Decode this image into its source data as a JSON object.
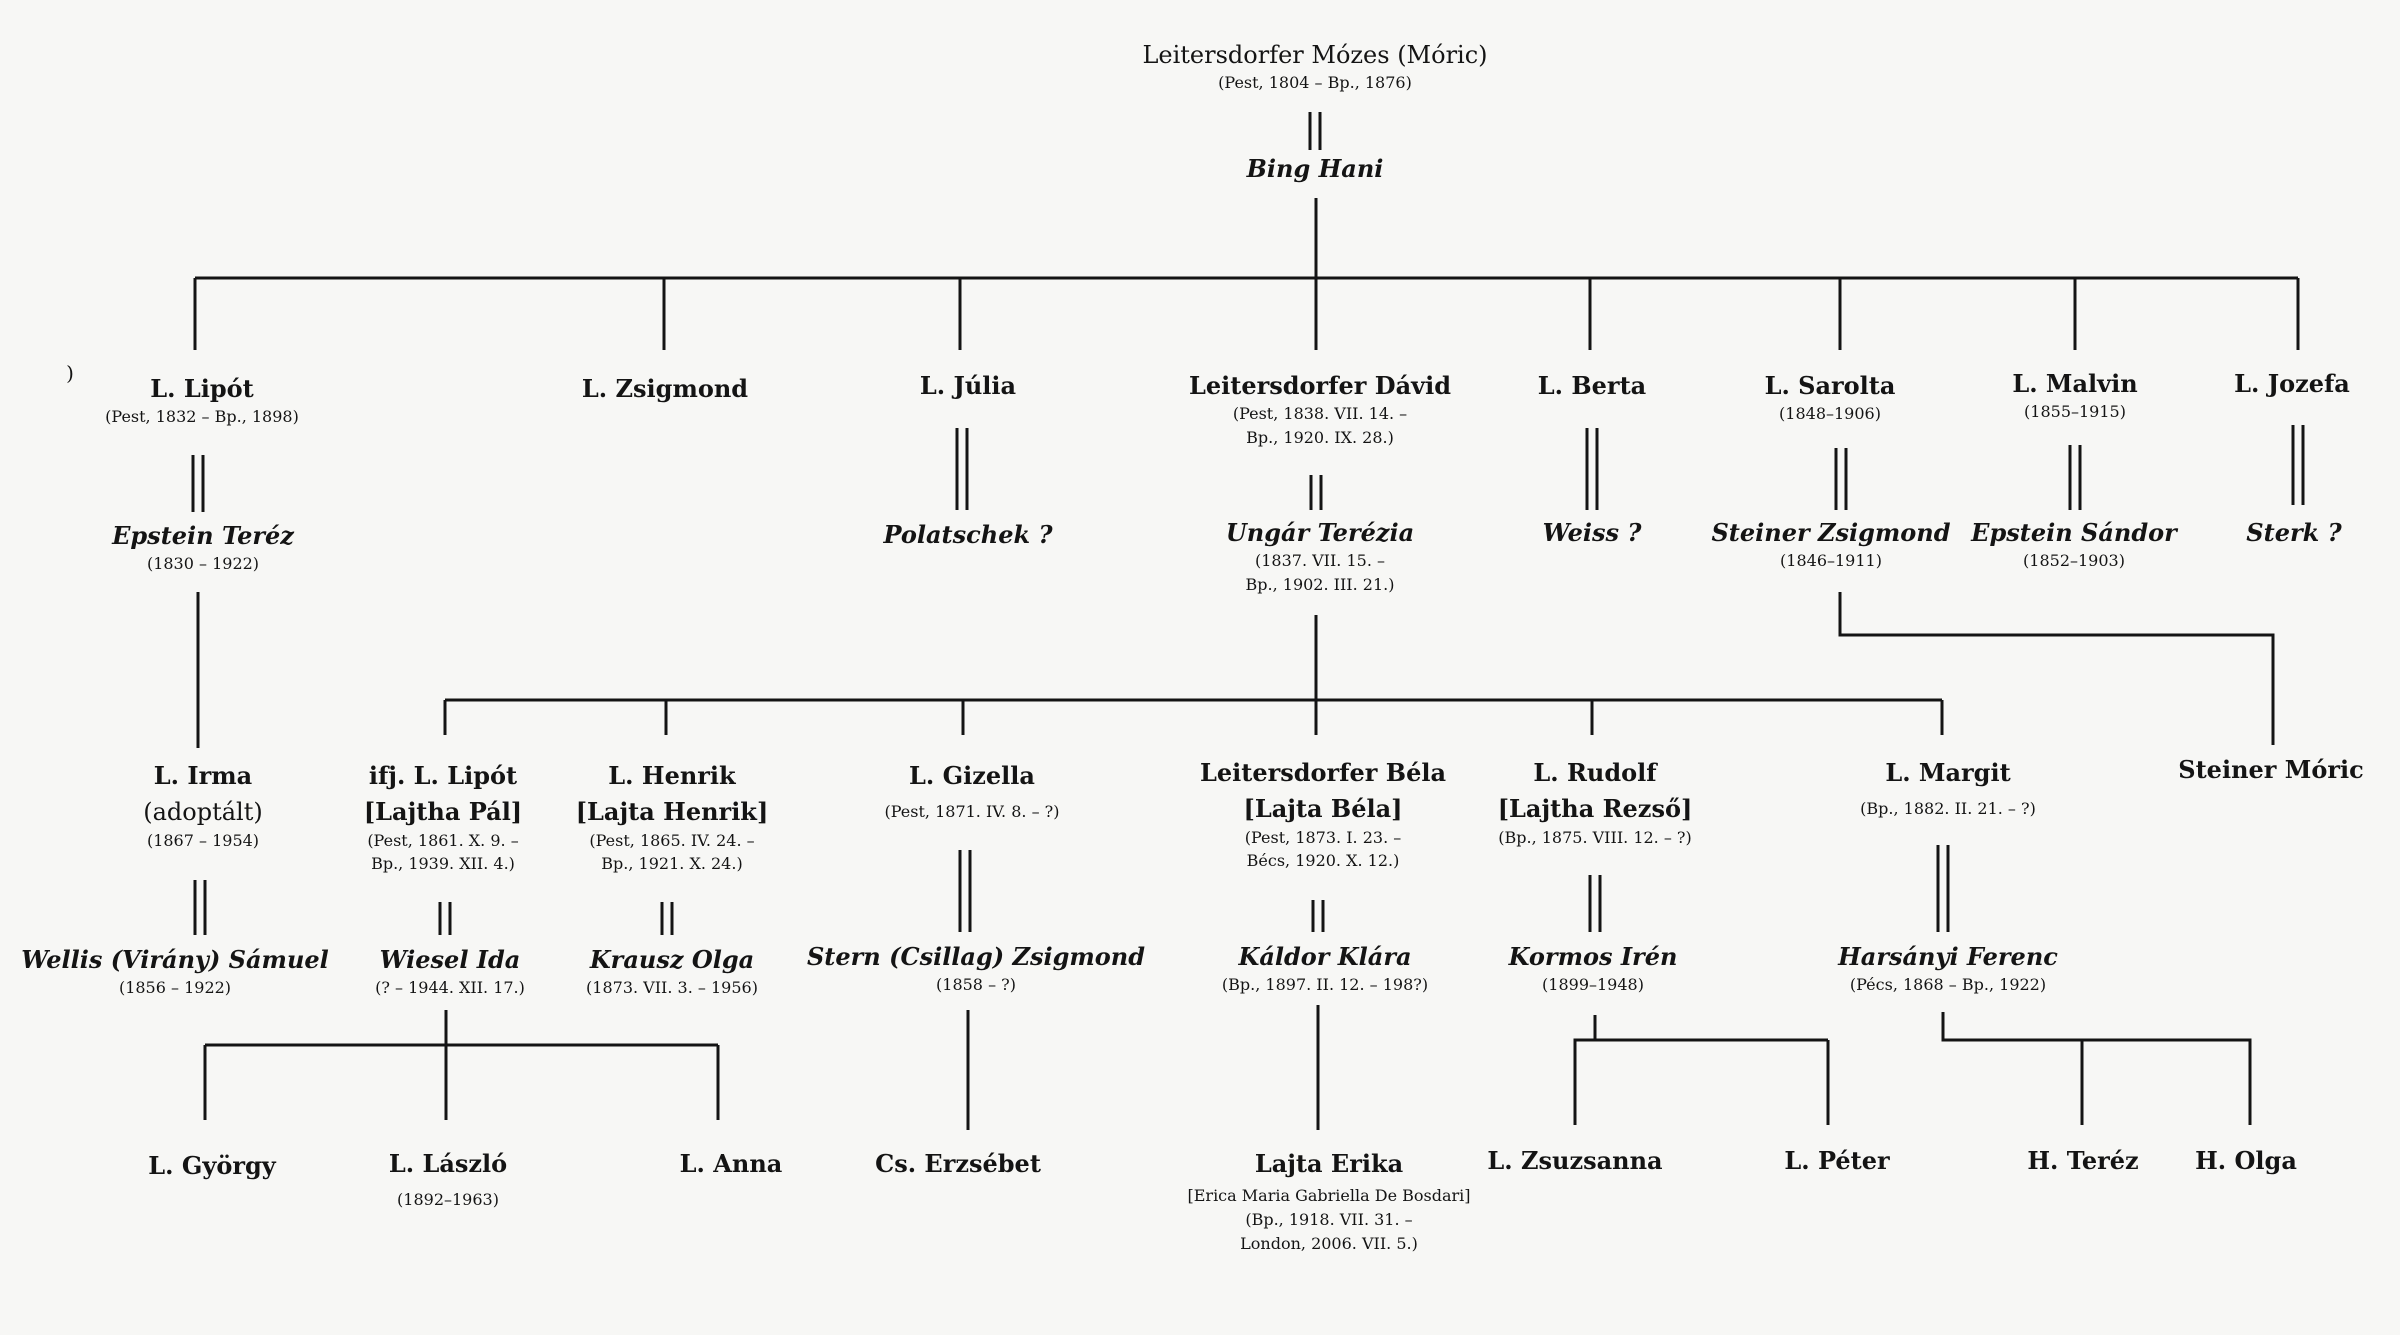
{
  "people": {
    "mozes": {
      "name": "Leitersdorfer Mózes (Móric)",
      "dates": "(Pest, 1804 – Bp., 1876)"
    },
    "bing": {
      "name": "Bing Hani"
    },
    "lipot": {
      "name": "L. Lipót",
      "dates": "(Pest, 1832 – Bp., 1898)"
    },
    "epstein_terez": {
      "name": "Epstein Teréz",
      "dates": "(1830 – 1922)"
    },
    "zsigmond": {
      "name": "L. Zsigmond"
    },
    "julia": {
      "name": "L. Júlia"
    },
    "polatschek": {
      "name": "Polatschek ?"
    },
    "david": {
      "name": "Leitersdorfer Dávid",
      "dates1": "(Pest, 1838. VII. 14. –",
      "dates2": "Bp., 1920. IX. 28.)"
    },
    "ungar": {
      "name": "Ungár Terézia",
      "dates1": "(1837. VII. 15. –",
      "dates2": "Bp., 1902. III. 21.)"
    },
    "berta": {
      "name": "L. Berta"
    },
    "weiss": {
      "name": "Weiss ?"
    },
    "sarolta": {
      "name": "L. Sarolta",
      "dates": "(1848–1906)"
    },
    "steiner_zs": {
      "name": "Steiner Zsigmond",
      "dates": "(1846–1911)"
    },
    "malvin": {
      "name": "L. Malvin",
      "dates": "(1855–1915)"
    },
    "epstein_sandor": {
      "name": "Epstein Sándor",
      "dates": "(1852–1903)"
    },
    "jozefa": {
      "name": "L. Jozefa"
    },
    "sterk": {
      "name": "Sterk ?"
    },
    "irma": {
      "name": "L. Irma",
      "note": "(adoptált)",
      "dates": "(1867 – 1954)"
    },
    "wellis": {
      "name": "Wellis (Virány) Sámuel",
      "dates": "(1856 – 1922)"
    },
    "ifj_lipot": {
      "name": "ifj. L. Lipót",
      "alias": "[Lajtha Pál]",
      "dates1": "(Pest, 1861. X. 9. –",
      "dates2": "Bp., 1939. XII. 4.)"
    },
    "wiesel": {
      "name": "Wiesel Ida",
      "dates": "(? – 1944. XII. 17.)"
    },
    "henrik": {
      "name": "L. Henrik",
      "alias": "[Lajta Henrik]",
      "dates1": "(Pest, 1865. IV. 24. –",
      "dates2": "Bp., 1921. X. 24.)"
    },
    "krausz": {
      "name": "Krausz Olga",
      "dates": "(1873. VII. 3. – 1956)"
    },
    "gizella": {
      "name": "L. Gizella",
      "dates": "(Pest, 1871. IV. 8. – ?)"
    },
    "stern": {
      "name": "Stern (Csillag) Zsigmond",
      "dates": "(1858 – ?)"
    },
    "bela": {
      "name": "Leitersdorfer Béla",
      "alias": "[Lajta Béla]",
      "dates1": "(Pest, 1873. I. 23. –",
      "dates2": "Bécs, 1920. X. 12.)"
    },
    "kaldor": {
      "name": "Káldor Klára",
      "dates": "(Bp., 1897. II. 12. – 198?)"
    },
    "rudolf": {
      "name": "L. Rudolf",
      "alias": "[Lajtha Rezső]",
      "dates": "(Bp., 1875. VIII. 12. – ?)"
    },
    "kormos": {
      "name": "Kormos Irén",
      "dates": "(1899–1948)"
    },
    "margit": {
      "name": "L. Margit",
      "dates": "(Bp., 1882. II. 21. – ?)"
    },
    "harsanyi": {
      "name": "Harsányi Ferenc",
      "dates": "(Pécs, 1868 – Bp., 1922)"
    },
    "steiner_moric": {
      "name": "Steiner Móric"
    },
    "gyorgy": {
      "name": "L. György"
    },
    "laszlo": {
      "name": "L. László",
      "dates": "(1892–1963)"
    },
    "anna": {
      "name": "L. Anna"
    },
    "erzsebet": {
      "name": "Cs. Erzsébet"
    },
    "erika": {
      "name": "Lajta Erika",
      "alias": "[Erica Maria Gabriella De Bosdari]",
      "dates1": "(Bp., 1918. VII. 31. –",
      "dates2": "London, 2006. VII. 5.)"
    },
    "zsuzsanna": {
      "name": "L.  Zsuzsanna"
    },
    "peter": {
      "name": "L.  Péter"
    },
    "terez_h": {
      "name": "H. Teréz"
    },
    "olga_h": {
      "name": "H. Olga"
    }
  },
  "stray_mark": ")",
  "colors": {
    "ink": "#141414",
    "paper": "#f7f7f5"
  }
}
